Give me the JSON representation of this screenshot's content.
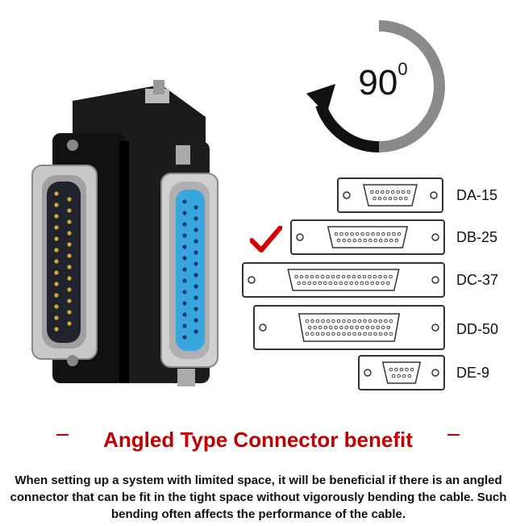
{
  "angle": {
    "value": "90",
    "degree_mark": "0"
  },
  "connectors": [
    {
      "label": "DA-15"
    },
    {
      "label": "DB-25"
    },
    {
      "label": "DC-37"
    },
    {
      "label": "DD-50"
    },
    {
      "label": "DE-9"
    }
  ],
  "selected_connector": "DB-25",
  "title": "Angled Type Connector benefit",
  "description": "When setting up a system with limited space, it will be beneficial if there is an angled connector that can be fit in the tight space without vigorously bending the cable. Such bending often affects the performance of the cable.",
  "colors": {
    "accent": "#c00000",
    "check": "#d40000",
    "pin_male": "#d6a640",
    "female_insert": "#3aa6e0"
  }
}
